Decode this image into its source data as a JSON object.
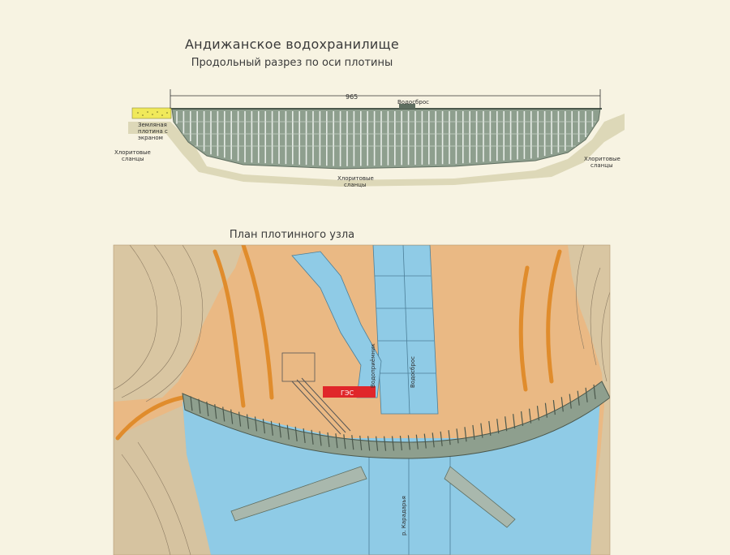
{
  "titles": {
    "main": "Андижанское водохранилище",
    "section": "Продольный разрез по оси плотины",
    "plan": "План плотинного узла"
  },
  "section_labels": {
    "length": "965",
    "spillway": "Водосброс",
    "earth_dam_line1": "Земляная",
    "earth_dam_line2": "плотина с",
    "earth_dam_line3": "экраном",
    "schist_left_1": "Хлоритовые",
    "schist_left_2": "сланцы",
    "schist_mid_1": "Хлоритовые",
    "schist_mid_2": "сланцы",
    "schist_right_1": "Хлоритовые",
    "schist_right_2": "сланцы"
  },
  "plan_labels": {
    "hpp": "ГЭС",
    "spillway": "Водосброс",
    "left_channel": "Водоприёмник",
    "river": "р. Карадарья"
  },
  "colors": {
    "paper": "#f7f3e2",
    "dam": "#8e9f8e",
    "dam_dark": "#5f6e60",
    "ground": "#ddd8b8",
    "terrain": "#eab984",
    "contour": "#e08c2c",
    "water": "#8fcbe6",
    "hpp": "#e0262a"
  }
}
